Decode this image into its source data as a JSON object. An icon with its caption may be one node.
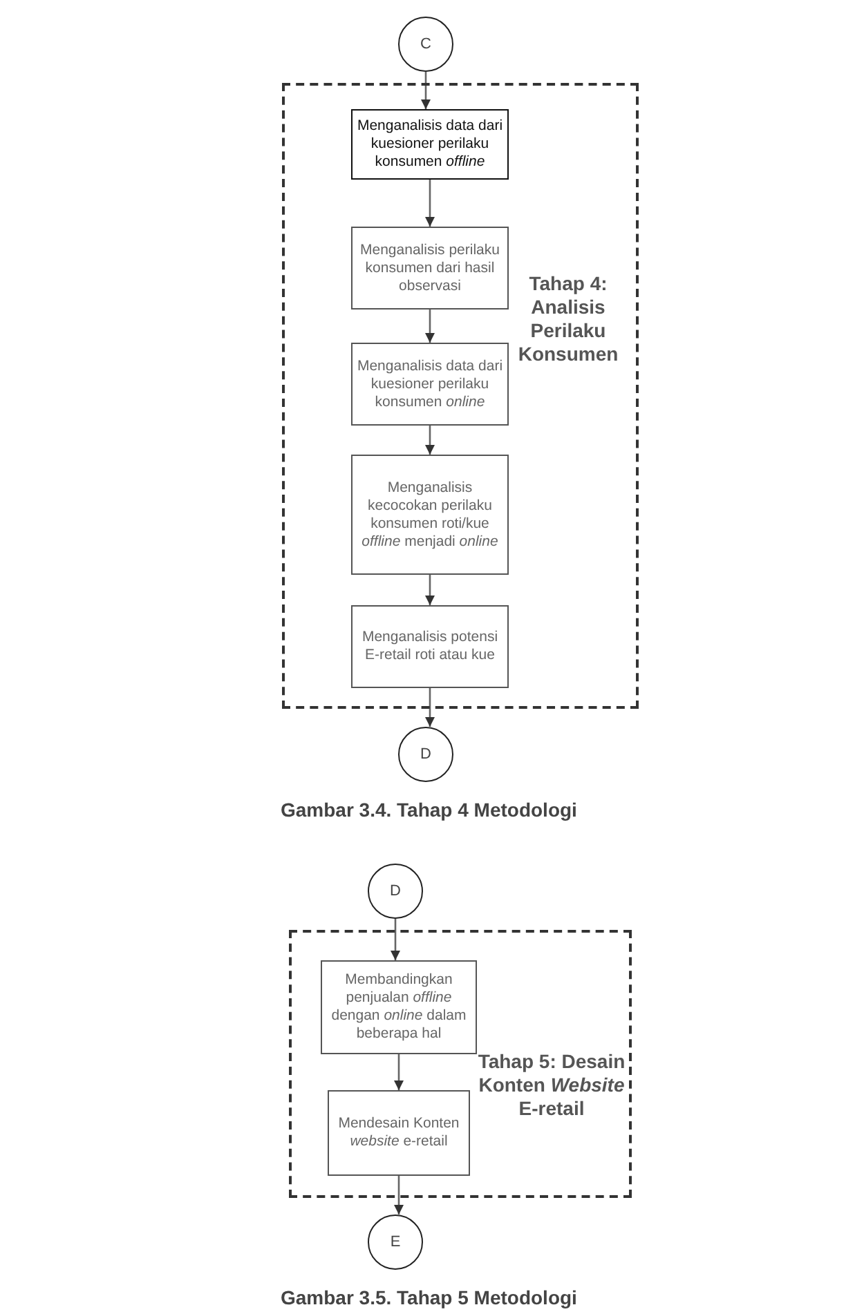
{
  "diagram": {
    "nodes": [
      {
        "text": [
          "C"
        ]
      },
      {
        "text": [
          "Tahap 4: Analisis Perilaku Konsumen"
        ]
      },
      {
        "text": [
          "Menganalisis data dari kuesioner perilaku konsumen *offline*"
        ],
        "in": 1
      },
      {
        "text": [
          "Menganalisis perilaku konsumen dari hasil observasi"
        ],
        "in": 1
      },
      {
        "text": [
          "Menganalisis data dari kuesioner perilaku konsumen *online*"
        ],
        "in": 1
      },
      {
        "text": [
          "Menganalisis kecocokan perilaku konsumen roti/kue *offline* menjadi *online*"
        ],
        "in": 1
      },
      {
        "text": [
          "Menganalisis potensi E-retail roti atau kue"
        ],
        "in": 1
      },
      {
        "text": [
          "D"
        ]
      },
      {
        "text": [
          "D"
        ]
      },
      {
        "text": [
          "Tahap 5: Desain Konten *Website* E-retail"
        ]
      },
      {
        "text": [
          "Membandingkan penjualan *offline* dengan *online* dalam beberapa hal"
        ],
        "in": 9
      },
      {
        "text": [
          "Mendesain Konten *website* e-retail"
        ],
        "in": 9
      },
      {
        "text": [
          "E"
        ]
      }
    ],
    "edges": [
      {
        "from": 0,
        "to": 2,
        "arrow": "to"
      },
      {
        "from": 2,
        "to": 3,
        "arrow": "to"
      },
      {
        "from": 3,
        "to": 4,
        "arrow": "to"
      },
      {
        "from": 4,
        "to": 5,
        "arrow": "to"
      },
      {
        "from": 5,
        "to": 6,
        "arrow": "to"
      },
      {
        "from": 6,
        "to": 7,
        "arrow": "to"
      },
      {
        "from": 8,
        "to": 10,
        "arrow": "to"
      },
      {
        "from": 10,
        "to": 11,
        "arrow": "to"
      },
      {
        "from": 11,
        "to": 12,
        "arrow": "to"
      }
    ],
    "labels": [
      "Gambar 3.4. Tahap 4 Metodologi",
      "Gambar 3.5. Tahap 5 Metodologi"
    ]
  }
}
